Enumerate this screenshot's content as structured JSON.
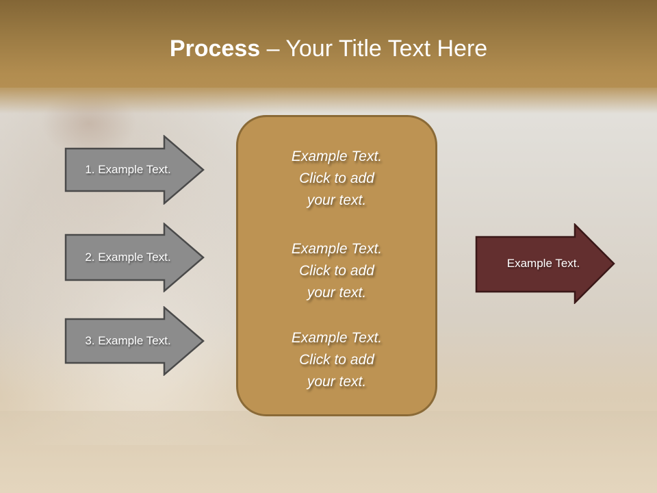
{
  "slide": {
    "title_bold": "Process",
    "title_rest": " – Your Title Text Here",
    "colors": {
      "title_band": "#9a7a43",
      "step_arrow_fill": "#8c8c8c",
      "step_arrow_border": "#4a4a4a",
      "center_box_fill": "#bd9353",
      "center_box_border": "#8a6a37",
      "result_arrow_fill": "#632f2f",
      "result_arrow_border": "#3a1818"
    },
    "steps": [
      {
        "label": "1. Example Text."
      },
      {
        "label": "2. Example Text."
      },
      {
        "label": "3. Example Text."
      }
    ],
    "center_box": {
      "items": [
        {
          "line1": "Example Text.",
          "line2": "Click  to add",
          "line3": "your text."
        },
        {
          "line1": "Example Text.",
          "line2": "Click  to add",
          "line3": "your text."
        },
        {
          "line1": "Example Text.",
          "line2": "Click  to add",
          "line3": "your text."
        }
      ]
    },
    "result_arrow": {
      "label": "Example Text."
    }
  }
}
